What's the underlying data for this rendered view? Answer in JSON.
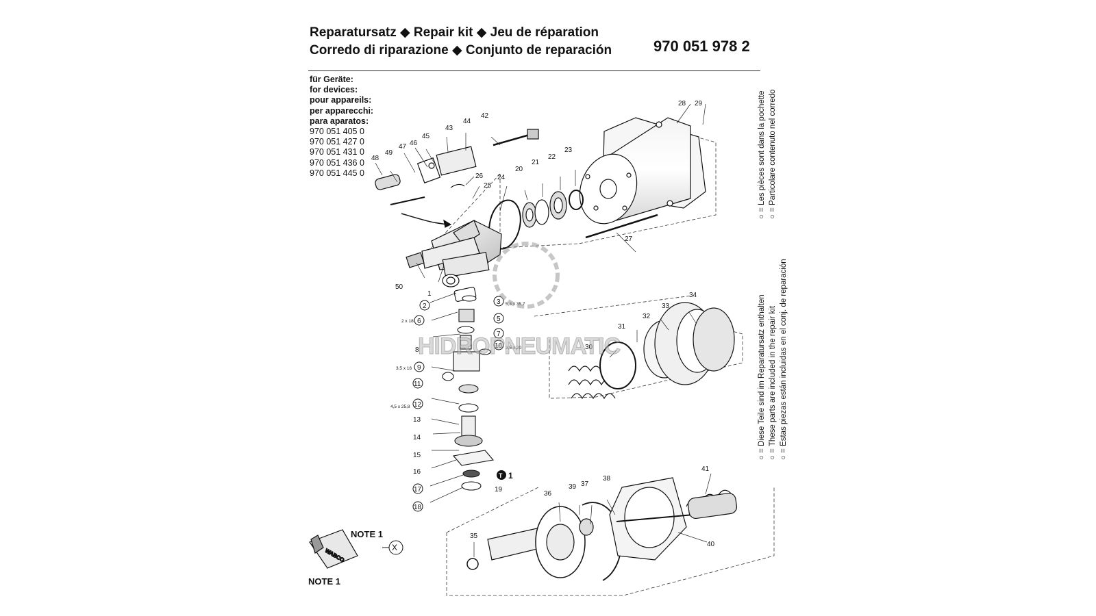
{
  "header": {
    "title_line1": "Reparatursatz ◆ Repair kit ◆ Jeu de réparation",
    "title_line2": "Corredo di riparazione ◆ Conjunto de reparación",
    "part_number": "970 051 978 2"
  },
  "devices": {
    "labels": [
      "für Geräte:",
      "for devices:",
      "pour appareils:",
      "per apparecchi:",
      "para aparatos:"
    ],
    "numbers": [
      "970 051 405 0",
      "970 051 427 0",
      "970 051 431 0",
      "970 051 436 0",
      "970 051 445 0"
    ]
  },
  "side_notes": {
    "top_fr": "○ = Les pièces sont dans la pochette",
    "top_it": "○ = Particolare contenuto nel corredo",
    "bottom_de": "○ = Diese Teile sind im Reparatursatz enthalten",
    "bottom_en": "○ = These parts are included in the repair kit",
    "bottom_es": "○ = Estas piezas están incluidas en el conj. de reparación"
  },
  "callouts": {
    "p1": "1",
    "p2": "2",
    "p3": "3",
    "p5": "5",
    "p6": "6",
    "p7": "7",
    "p8": "8",
    "p9": "9",
    "p10": "10",
    "p11": "11",
    "p12": "12",
    "p13": "13",
    "p14": "14",
    "p15": "15",
    "p16": "16",
    "p17": "17",
    "p18": "18",
    "p19": "19",
    "p20": "20",
    "p21": "21",
    "p22": "22",
    "p23": "23",
    "p24": "24",
    "p25": "25",
    "p26": "26",
    "p27": "27",
    "p28": "28",
    "p29": "29",
    "p30": "30",
    "p31": "31",
    "p32": "32",
    "p33": "33",
    "p34": "34",
    "p35": "35",
    "p36": "36",
    "p37": "37",
    "p38": "38",
    "p39": "39",
    "p40": "40",
    "p41": "41",
    "p42": "42",
    "p43": "43",
    "p44": "44",
    "p45": "45",
    "p46": "46",
    "p47": "47",
    "p48": "48",
    "p49": "49",
    "p50": "50"
  },
  "sizes": {
    "s3": "5,3 x 35,7",
    "s6": "2 x 18",
    "s10": "3,5 x 20",
    "s9": "3,5 x 16",
    "s12": "4,5 x 25,8"
  },
  "torque": {
    "symbol": "T",
    "value": "1"
  },
  "tube_brand": "WABCO",
  "note": {
    "label_top": "NOTE  1",
    "symbol": "X",
    "label_bottom": "NOTE 1"
  },
  "watermark": {
    "text": "HIDROPNEUMATIC"
  }
}
